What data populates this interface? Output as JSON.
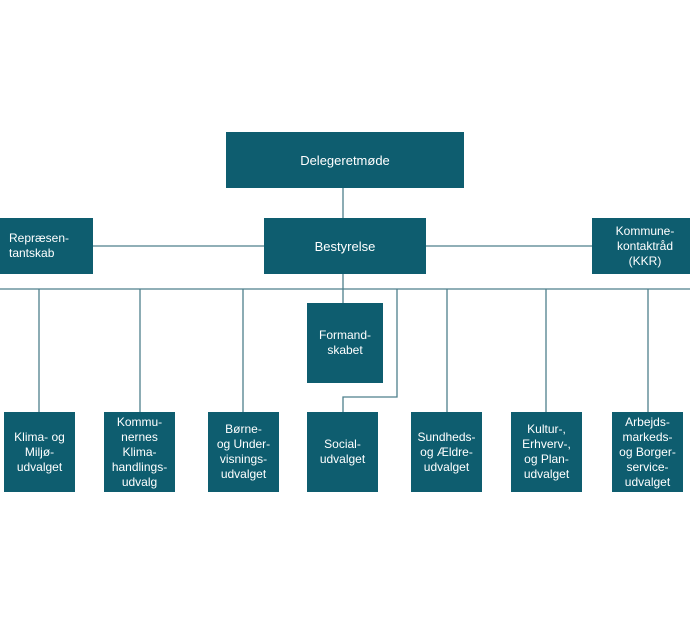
{
  "colors": {
    "box_fill": "#0e5d6f",
    "box_text": "#ffffff",
    "connector": "#4d7f8c"
  },
  "org": {
    "top": "Delegeretmøde",
    "board": "Bestyrelse",
    "left_side": "Repræsen-\ntantskab",
    "right_side": "Kommune-\nkontaktråd\n(KKR)",
    "chair": "Formand-\nskabet",
    "committees": [
      "Klima- og\nMiljø-\nudvalget",
      "Kommu-\nnernes\nKlima-\nhandlings-\nudvalg",
      "Børne-\nog Under-\nvisnings-\nudvalget",
      "Social-\nudvalget",
      "Sundheds-\nog Ældre-\nudvalget",
      "Kultur-,\nErhverv-,\nog Plan-\nudvalget",
      "Arbejds-\nmarkeds-\nog Borger-\nservice-\nudvalget"
    ]
  }
}
